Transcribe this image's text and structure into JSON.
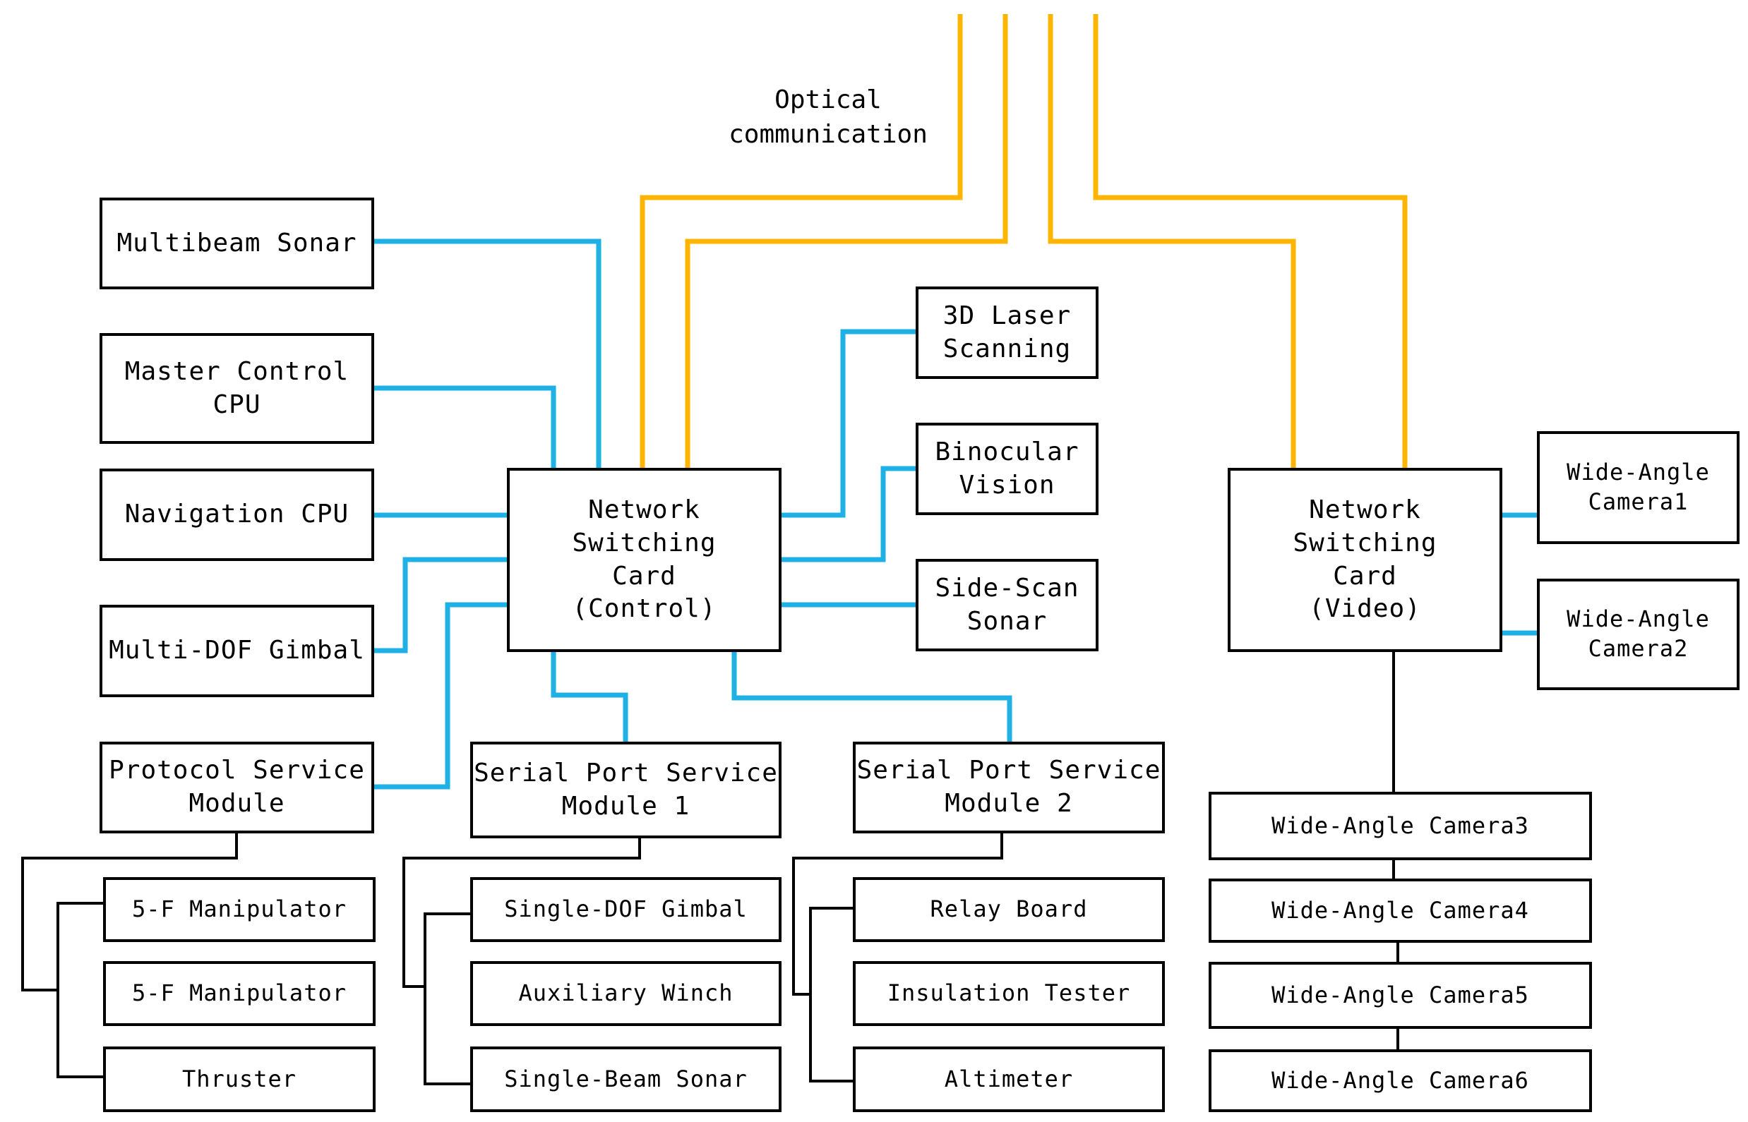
{
  "caption": "Optical\ncommunication",
  "colors": {
    "ethernet": "#1fb0e6",
    "optical": "#ffb400",
    "serial": "#000000"
  },
  "boxes": {
    "multibeam_sonar": "Multibeam Sonar",
    "master_control_cpu": "Master Control\nCPU",
    "navigation_cpu": "Navigation CPU",
    "multi_dof_gimbal": "Multi-DOF Gimbal",
    "protocol_service_module": "Protocol Service\nModule",
    "network_switch_control": "Network Switching\nCard\n(Control)",
    "laser_scanning": "3D Laser\nScanning",
    "binocular_vision": "Binocular\nVision",
    "side_scan_sonar": "Side-Scan\nSonar",
    "serial_module_1": "Serial Port Service\nModule 1",
    "serial_module_2": "Serial Port Service\nModule 2",
    "manipulator_a": "5-F Manipulator",
    "manipulator_b": "5-F Manipulator",
    "thruster": "Thruster",
    "single_dof_gimbal": "Single-DOF Gimbal",
    "auxiliary_winch": "Auxiliary Winch",
    "single_beam_sonar": "Single-Beam Sonar",
    "relay_board": "Relay Board",
    "insulation_tester": "Insulation Tester",
    "altimeter": "Altimeter",
    "network_switch_video": "Network Switching\nCard\n(Video)",
    "camera1": "Wide-Angle\nCamera1",
    "camera2": "Wide-Angle\nCamera2",
    "camera3": "Wide-Angle Camera3",
    "camera4": "Wide-Angle Camera4",
    "camera5": "Wide-Angle Camera5",
    "camera6": "Wide-Angle Camera6"
  }
}
